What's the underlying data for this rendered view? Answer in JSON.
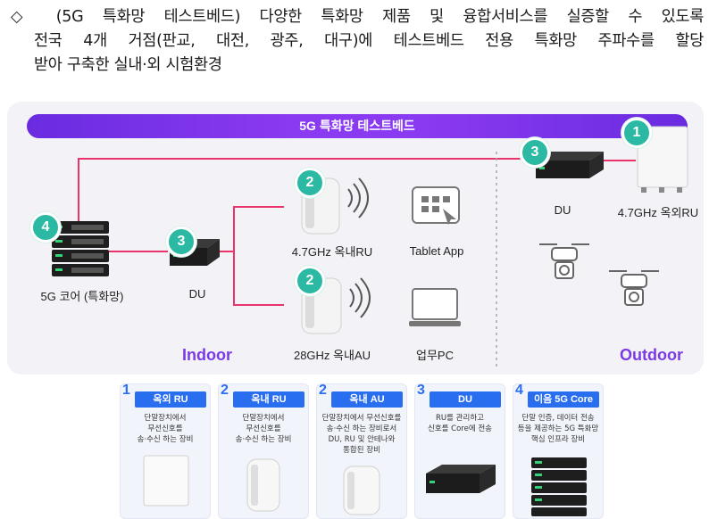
{
  "intro": {
    "bullet": "◇",
    "line1": "(5G 특화망 테스트베드) 다양한 특화망 제품 및 융합서비스를 실증할 수 있도록",
    "line2": "전국 4개 거점(판교, 대전, 광주, 대구)에 테스트베드 전용 특화망 주파수를 할당",
    "line3": "받아 구축한 실내·외 시험환경"
  },
  "banner": {
    "title": "5G 특화망 테스트베드"
  },
  "nodes": {
    "core": {
      "badge": "4",
      "label": "5G 코어 (특화망)"
    },
    "du_indoor": {
      "badge": "3",
      "label": "DU"
    },
    "ru_indoor": {
      "badge": "2",
      "label": "4.7GHz 옥내RU"
    },
    "au_indoor": {
      "badge": "2",
      "label": "28GHz 옥내AU"
    },
    "tablet": {
      "label": "Tablet App"
    },
    "pc": {
      "label": "업무PC"
    },
    "du_outdoor": {
      "badge": "3",
      "label": "DU"
    },
    "ru_outdoor": {
      "badge": "1",
      "label": "4.7GHz 옥외RU"
    }
  },
  "zones": {
    "indoor": "Indoor",
    "outdoor": "Outdoor"
  },
  "cards": [
    {
      "num": "1",
      "title": "옥외 RU",
      "desc": "단말장치에서\n무선신호를\n송·수신 하는 장비"
    },
    {
      "num": "2",
      "title": "옥내 RU",
      "desc": "단말장치에서\n무선신호를\n송·수신 하는 장비"
    },
    {
      "num": "2",
      "title": "옥내 AU",
      "desc": "단말장치에서 무선신호를\n송·수신 하는 장비로서\nDU, RU 및 안테나와\n통합된 장비"
    },
    {
      "num": "3",
      "title": "DU",
      "desc": "RU를 관리하고\n신호를 Core에 전송"
    },
    {
      "num": "4",
      "title": "이음 5G Core",
      "desc": "단말 인증, 데이터 전송\n등을 제공하는 5G 특화망\n핵심 인프라 장비"
    }
  ],
  "colors": {
    "accent": "#7a3ae6",
    "link": "#e8336b",
    "badge": "#2cb9a4",
    "card_head": "#2a6ef0"
  }
}
